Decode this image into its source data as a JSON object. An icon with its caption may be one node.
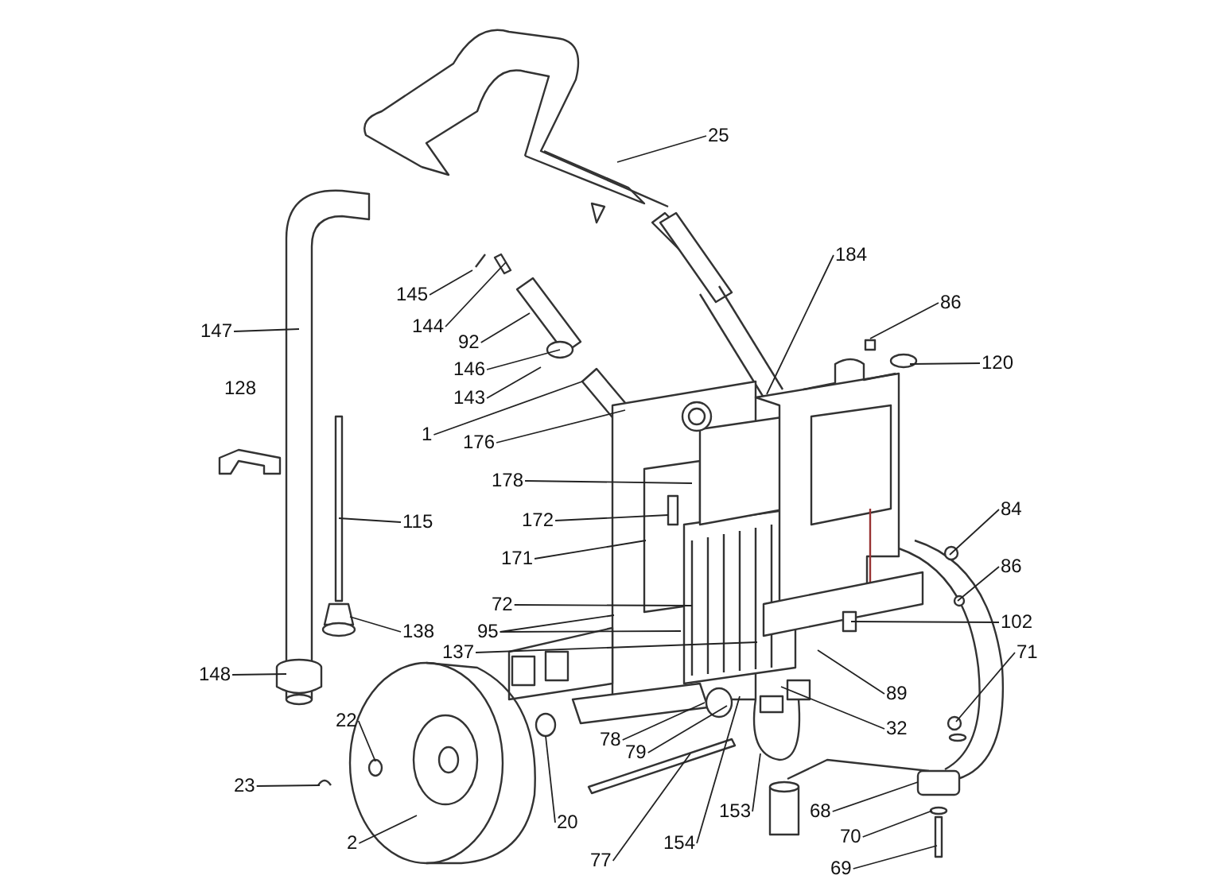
{
  "diagram": {
    "nodes": [
      {
        "text": [
          "25"
        ]
      },
      {
        "text": [
          "145"
        ]
      },
      {
        "text": [
          "144"
        ]
      },
      {
        "text": [
          "92"
        ]
      },
      {
        "text": [
          "146"
        ]
      },
      {
        "text": [
          "143"
        ]
      },
      {
        "text": [
          "1"
        ]
      },
      {
        "text": [
          "176"
        ]
      },
      {
        "text": [
          "184"
        ]
      },
      {
        "text": [
          "86"
        ]
      },
      {
        "text": [
          "120"
        ]
      },
      {
        "text": [
          "147"
        ]
      },
      {
        "text": [
          "115"
        ]
      },
      {
        "text": [
          "178"
        ]
      },
      {
        "text": [
          "172"
        ]
      },
      {
        "text": [
          "171"
        ]
      },
      {
        "text": [
          "84"
        ]
      },
      {
        "text": [
          "72"
        ]
      },
      {
        "text": [
          "86"
        ]
      },
      {
        "text": [
          "95"
        ]
      },
      {
        "text": [
          "102"
        ]
      },
      {
        "text": [
          "137"
        ]
      },
      {
        "text": [
          "138"
        ]
      },
      {
        "text": [
          "148"
        ]
      },
      {
        "text": [
          "71"
        ]
      },
      {
        "text": [
          "89"
        ]
      },
      {
        "text": [
          "32"
        ]
      },
      {
        "text": [
          "22"
        ]
      },
      {
        "text": [
          "23"
        ]
      },
      {
        "text": [
          "78"
        ]
      },
      {
        "text": [
          "79"
        ]
      },
      {
        "text": [
          "20"
        ]
      },
      {
        "text": [
          "68"
        ]
      },
      {
        "text": [
          "153"
        ]
      },
      {
        "text": [
          "70"
        ]
      },
      {
        "text": [
          "2"
        ]
      },
      {
        "text": [
          "154"
        ]
      },
      {
        "text": [
          "77"
        ]
      },
      {
        "text": [
          "69"
        ]
      }
    ],
    "edges": [
      {
        "from": 0,
        "to": null,
        "arrow": "none"
      },
      {
        "from": 1,
        "to": null,
        "arrow": "none"
      },
      {
        "from": 2,
        "to": null,
        "arrow": "none"
      },
      {
        "from": 3,
        "to": null,
        "arrow": "none"
      },
      {
        "from": 4,
        "to": null,
        "arrow": "none"
      },
      {
        "from": 5,
        "to": null,
        "arrow": "none"
      },
      {
        "from": 6,
        "to": null,
        "arrow": "none"
      },
      {
        "from": 7,
        "to": null,
        "arrow": "none"
      },
      {
        "from": 8,
        "to": null,
        "arrow": "none"
      },
      {
        "from": 9,
        "to": null,
        "arrow": "none"
      },
      {
        "from": 10,
        "to": null,
        "arrow": "none"
      },
      {
        "from": 11,
        "to": null,
        "arrow": "none"
      },
      {
        "from": 12,
        "to": null,
        "arrow": "none"
      },
      {
        "from": 13,
        "to": null,
        "arrow": "none"
      },
      {
        "from": 14,
        "to": null,
        "arrow": "none"
      },
      {
        "from": 15,
        "to": null,
        "arrow": "none"
      },
      {
        "from": 16,
        "to": null,
        "arrow": "none"
      },
      {
        "from": 17,
        "to": null,
        "arrow": "none"
      },
      {
        "from": 18,
        "to": null,
        "arrow": "none"
      },
      {
        "from": 19,
        "to": null,
        "arrow": "none"
      },
      {
        "from": 19,
        "to": null,
        "arrow": "none"
      },
      {
        "from": 20,
        "to": null,
        "arrow": "none"
      },
      {
        "from": 21,
        "to": null,
        "arrow": "none"
      },
      {
        "from": 22,
        "to": null,
        "arrow": "none"
      },
      {
        "from": 23,
        "to": null,
        "arrow": "none"
      },
      {
        "from": 24,
        "to": null,
        "arrow": "none"
      },
      {
        "from": 25,
        "to": null,
        "arrow": "none"
      },
      {
        "from": 26,
        "to": null,
        "arrow": "none"
      },
      {
        "from": 27,
        "to": null,
        "arrow": "none"
      },
      {
        "from": 28,
        "to": null,
        "arrow": "none"
      },
      {
        "from": 29,
        "to": null,
        "arrow": "none"
      },
      {
        "from": 30,
        "to": null,
        "arrow": "none"
      },
      {
        "from": 31,
        "to": null,
        "arrow": "none"
      },
      {
        "from": 32,
        "to": null,
        "arrow": "none"
      },
      {
        "from": 33,
        "to": null,
        "arrow": "none"
      },
      {
        "from": 34,
        "to": null,
        "arrow": "none"
      },
      {
        "from": 35,
        "to": null,
        "arrow": "none"
      },
      {
        "from": 36,
        "to": null,
        "arrow": "none"
      },
      {
        "from": 37,
        "to": null,
        "arrow": "none"
      },
      {
        "from": 38,
        "to": null,
        "arrow": "none"
      }
    ],
    "labels": [
      "128"
    ]
  }
}
